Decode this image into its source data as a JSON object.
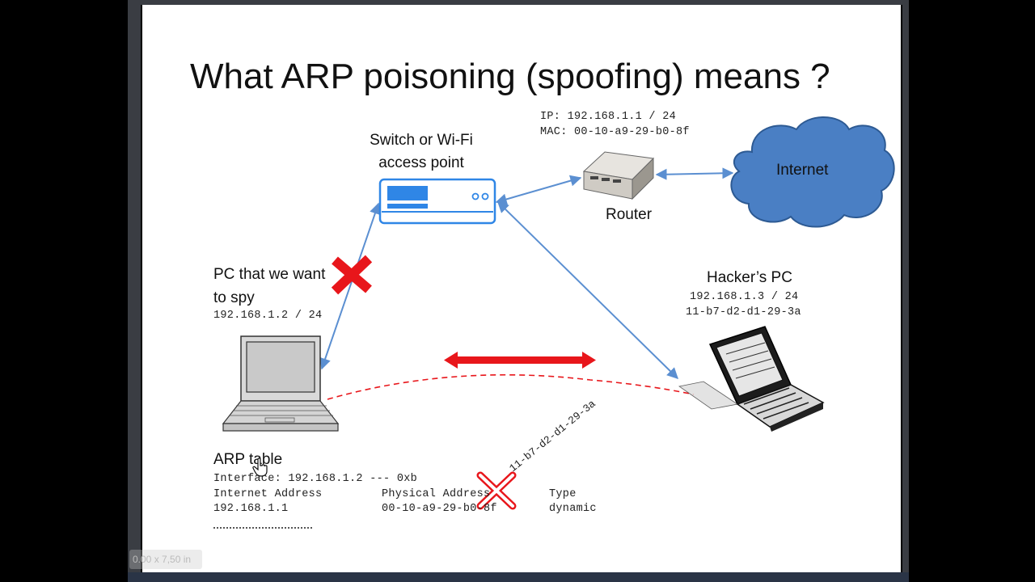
{
  "slide": {
    "title": "What ARP poisoning (spoofing) means ?"
  },
  "router": {
    "ip_line": "IP: 192.168.1.1 / 24",
    "mac_line": "MAC: 00-10-a9-29-b0-8f",
    "label": "Router"
  },
  "switch": {
    "label_line1": "Switch or Wi-Fi",
    "label_line2": "access point"
  },
  "internet": {
    "label": "Internet"
  },
  "victim": {
    "label_line1": "PC that we want",
    "label_line2": "to spy",
    "ip_line": "192.168.1.2 / 24"
  },
  "hacker": {
    "label": "Hacker’s PC",
    "ip_line": "192.168.1.3 / 24",
    "mac_line": "11-b7-d2-d1-29-3a"
  },
  "spoofed_mac": "11-b7-d2-d1-29-3a",
  "arp_table": {
    "title": "ARP table",
    "interface_line": "Interface: 192.168.1.2 --- 0xb",
    "columns": [
      "Internet Address",
      "Physical Address",
      "Type"
    ],
    "row": [
      "192.168.1.1",
      "00-10-a9-29-b0-8f",
      "dynamic"
    ]
  },
  "status_chip": "0.00 x 7,50 in",
  "colors": {
    "link_blue": "#5b8fd1",
    "attack_red": "#e8161b",
    "cloud_blue": "#4a7fc4",
    "switch_blue": "#2f86e6"
  }
}
